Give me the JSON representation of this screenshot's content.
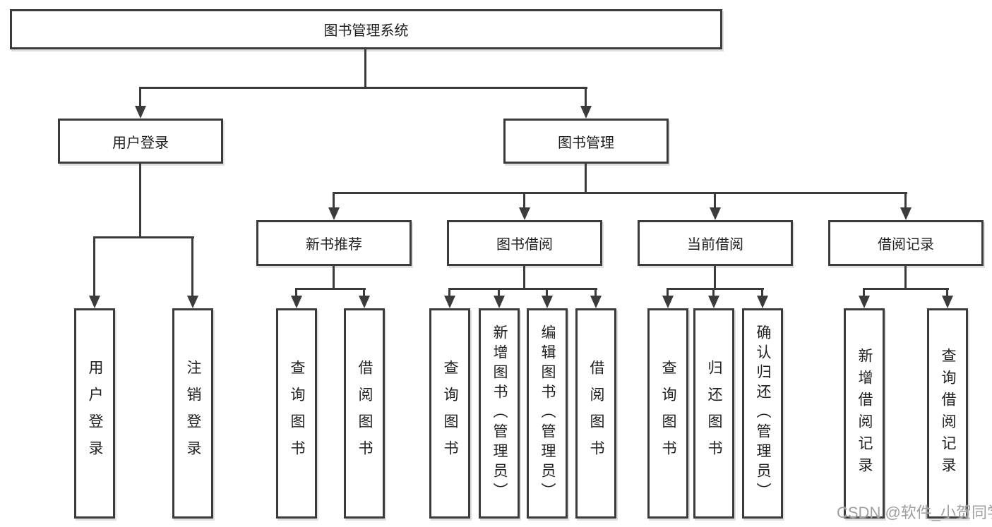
{
  "diagram": {
    "type": "hierarchy-tree",
    "title": "图书管理系统"
  },
  "nodes": {
    "root": "图书管理系统",
    "user_login": "用户登录",
    "book_management": "图书管理",
    "new_book_recommend": "新书推荐",
    "book_borrow": "图书借阅",
    "current_borrow": "当前借阅",
    "borrow_record": "借阅记录",
    "leaf_user_login": "用户登录",
    "leaf_logout": "注销登录",
    "leaf_query_book_a": "查询图书",
    "leaf_borrow_book_a": "借阅图书",
    "leaf_query_book_b": "查询图书",
    "leaf_add_book_admin": "新增图书（管理员）",
    "leaf_edit_book_admin": "编辑图书（管理员）",
    "leaf_borrow_book_b": "借阅图书",
    "leaf_query_book_c": "查询图书",
    "leaf_return_book": "归还图书",
    "leaf_confirm_return_admin": "确认归还（管理员）",
    "leaf_add_borrow_record": "新增借阅记录",
    "leaf_query_borrow_record": "查询借阅记录"
  },
  "edges": [
    [
      "root",
      "user_login"
    ],
    [
      "root",
      "book_management"
    ],
    [
      "user_login",
      "leaf_user_login"
    ],
    [
      "user_login",
      "leaf_logout"
    ],
    [
      "book_management",
      "new_book_recommend"
    ],
    [
      "book_management",
      "book_borrow"
    ],
    [
      "book_management",
      "current_borrow"
    ],
    [
      "book_management",
      "borrow_record"
    ],
    [
      "new_book_recommend",
      "leaf_query_book_a"
    ],
    [
      "new_book_recommend",
      "leaf_borrow_book_a"
    ],
    [
      "book_borrow",
      "leaf_query_book_b"
    ],
    [
      "book_borrow",
      "leaf_add_book_admin"
    ],
    [
      "book_borrow",
      "leaf_edit_book_admin"
    ],
    [
      "book_borrow",
      "leaf_borrow_book_b"
    ],
    [
      "current_borrow",
      "leaf_query_book_c"
    ],
    [
      "current_borrow",
      "leaf_return_book"
    ],
    [
      "current_borrow",
      "leaf_confirm_return_admin"
    ],
    [
      "borrow_record",
      "leaf_add_borrow_record"
    ],
    [
      "borrow_record",
      "leaf_query_borrow_record"
    ]
  ],
  "watermark": "CSDN @软件_小贺同学",
  "colors": {
    "line": "#3b3b3b",
    "text": "#1f1f1f",
    "node_fill": "#ffffff",
    "watermark": "#9f9f9f",
    "background": "#ffffff"
  }
}
